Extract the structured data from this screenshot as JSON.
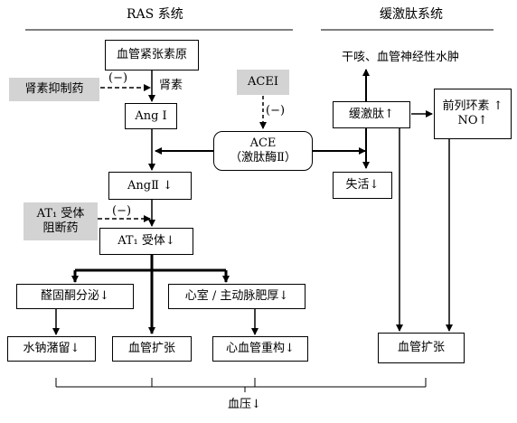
{
  "headers": {
    "ras": "RAS 系统",
    "bradykinin": "缓激肽系统"
  },
  "nodes": {
    "angiotensinogen": "血管紧张素原",
    "renin_inhibitor": "肾素抑制药",
    "inhibit_label_1": "(−)",
    "renin": "肾素",
    "ang1": "Ang Ⅰ",
    "acei": "ACEI",
    "inhibit_label_2": "(−)",
    "ace_line1": "ACE",
    "ace_line2": "（激肽酶Ⅱ）",
    "ang2": "AngⅡ ↓",
    "at1_blocker_line1": "AT₁ 受体",
    "at1_blocker_line2": "阻断药",
    "inhibit_label_3": "(−)",
    "at1_receptor": "AT₁ 受体↓",
    "aldosterone": "醛固酮分泌↓",
    "hypertrophy": "心室 / 主动脉肥厚↓",
    "sodium_retention": "水钠潴留↓",
    "vasodilation_left": "血管扩张",
    "remodeling": "心血管重构↓",
    "side_effects": "干咳、血管神经性水肿",
    "bradykinin": "缓激肽↑",
    "inactivation": "失活↓",
    "prostacyclin_line1": "前列环素 ↑",
    "prostacyclin_line2": "NO↑",
    "vasodilation_right": "血管扩张",
    "bp": "血压↓"
  }
}
